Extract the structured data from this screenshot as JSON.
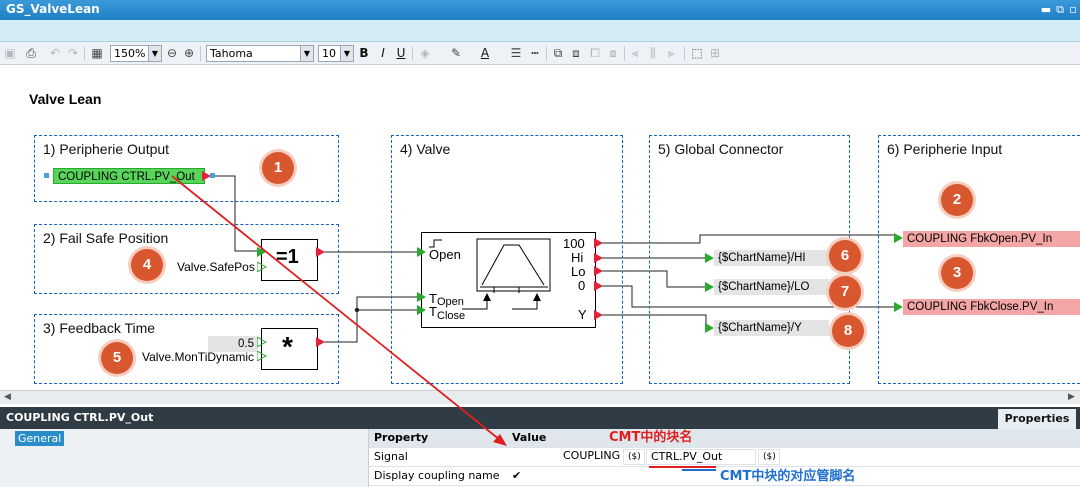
{
  "window": {
    "title": "GS_ValveLean"
  },
  "toolbar": {
    "zoom": "150%",
    "font_name": "Tahoma",
    "font_size": "10",
    "bold": "B",
    "italic": "I",
    "underline": "U",
    "font_color": "A"
  },
  "chart": {
    "title": "Valve Lean",
    "groups": [
      {
        "label": "1) Peripherie Output"
      },
      {
        "label": "2) Fail Safe Position"
      },
      {
        "label": "3) Feedback Time"
      },
      {
        "label": "4) Valve"
      },
      {
        "label": "5) Global Connector"
      },
      {
        "label": "6) Peripherie Input"
      }
    ],
    "output_connector": "COUPLING CTRL.PV_Out",
    "safe_pos_label": "Valve.SafePos",
    "xor_block": "=1",
    "mul_block": "*",
    "feedback_value": "0.5",
    "feedback_label": "Valve.MonTiDynamic",
    "valve_inputs": {
      "open": "Open",
      "topen": "T",
      "topen_sub": "Open",
      "tclose": "T",
      "tclose_sub": "Close"
    },
    "valve_outputs": {
      "o100": "100",
      "hi": "Hi",
      "lo": "Lo",
      "zero": "0",
      "y": "Y"
    },
    "global_connectors": [
      "{$ChartName}/HI",
      "{$ChartName}/LO",
      "{$ChartName}/Y"
    ],
    "input_connectors": [
      "COUPLING FbkOpen.PV_In",
      "COUPLING FbkClose.PV_In"
    ],
    "badges": [
      "1",
      "2",
      "3",
      "4",
      "5",
      "6",
      "7",
      "8"
    ]
  },
  "properties": {
    "header": "COUPLING CTRL.PV_Out",
    "tab": "Properties",
    "side_tab": "General",
    "col_property": "Property",
    "col_value": "Value",
    "rows": [
      {
        "name": "Signal",
        "value1": "COUPLING",
        "tag1": "($)",
        "value2": "CTRL.PV_Out",
        "tag2": "($)"
      },
      {
        "name": "Display coupling name",
        "check": "✔"
      }
    ]
  },
  "annotations": {
    "block_name": "CMT中的块名",
    "pin_name": "CMT中块的对应管脚名"
  },
  "colors": {
    "accent": "#1f7fc4",
    "connector_green": "#57d65a",
    "connector_red": "#f4a6a6",
    "badge": "#d9572f",
    "annotation_red": "#e02020",
    "annotation_blue": "#1f6fd0"
  }
}
